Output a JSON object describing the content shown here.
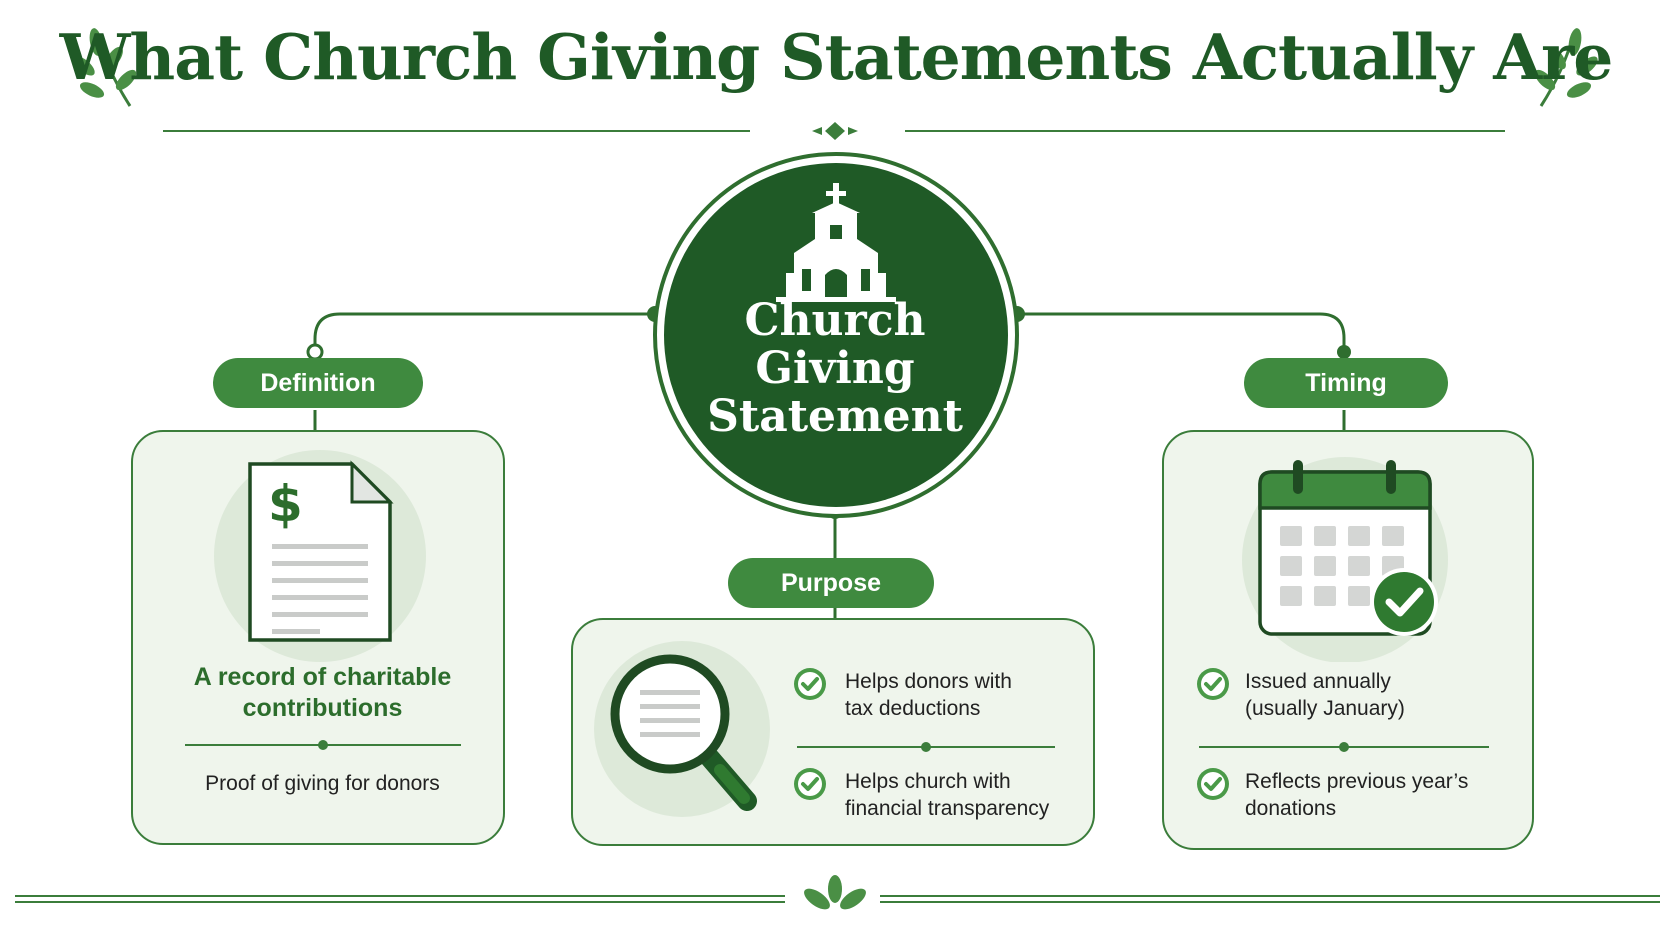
{
  "title": "What Church Giving Statements Actually Are",
  "center": {
    "lines": [
      "Church",
      "Giving",
      "Statement"
    ],
    "icon": "church-icon"
  },
  "definition": {
    "label": "Definition",
    "icon": "document-dollar-icon",
    "dollar": "$",
    "main_lines": [
      "A record of charitable",
      "contributions"
    ],
    "sub": "Proof of giving for donors"
  },
  "purpose": {
    "label": "Purpose",
    "icon": "magnifying-glass-icon",
    "items": [
      {
        "lines": [
          "Helps donors with",
          "tax deductions"
        ]
      },
      {
        "lines": [
          "Helps church with",
          "financial transparency"
        ]
      }
    ]
  },
  "timing": {
    "label": "Timing",
    "icon": "calendar-check-icon",
    "items": [
      {
        "lines": [
          "Issued annually",
          "(usually January)"
        ]
      },
      {
        "lines": [
          "Reflects previous year’s",
          "donations"
        ]
      }
    ]
  },
  "colors": {
    "dark_green": "#1f5a26",
    "mid_green": "#3f8a3f",
    "light_fill": "#eff5ec",
    "halo": "#dde9d9"
  }
}
